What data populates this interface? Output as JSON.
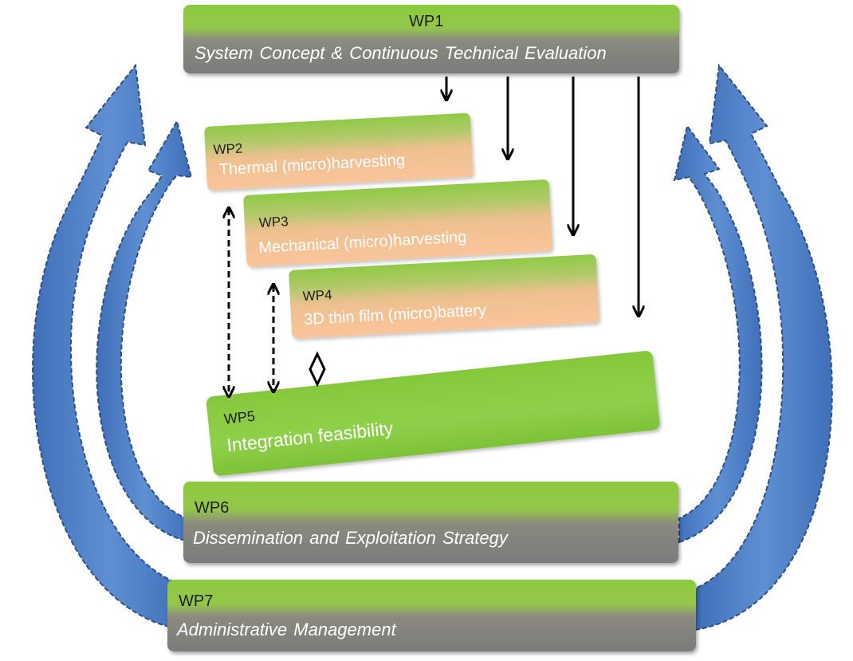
{
  "colors": {
    "green": "#8ccb3e",
    "gray": "#7b7b7b",
    "peach": "#f9c59b",
    "blue_arrow": "#4f7fc4",
    "arrow_black": "#000000"
  },
  "packages": {
    "wp1": {
      "number": "WP1",
      "title": "System Concept & Continuous  Technical  Evaluation"
    },
    "wp2": {
      "number": "WP2",
      "title": "Thermal (micro)harvesting"
    },
    "wp3": {
      "number": "WP3",
      "title": "Mechanical (micro)harvesting"
    },
    "wp4": {
      "number": "WP4",
      "title": "3D thin film (micro)battery"
    },
    "wp5": {
      "number": "WP5",
      "title": "Integration feasibility"
    },
    "wp6": {
      "number": "WP6",
      "title": "Dissemination  and  Exploitation  Strategy"
    },
    "wp7": {
      "number": "WP7",
      "title": "Administrative  Management"
    }
  },
  "connections": [
    {
      "from": "WP1",
      "to": "WP2",
      "style": "solid"
    },
    {
      "from": "WP1",
      "to": "WP3",
      "style": "solid"
    },
    {
      "from": "WP1",
      "to": "WP4",
      "style": "solid"
    },
    {
      "from": "WP1",
      "to": "WP5",
      "style": "solid"
    },
    {
      "from": "WP2",
      "to": "WP5",
      "style": "dashed-bidirectional"
    },
    {
      "from": "WP3",
      "to": "WP5",
      "style": "dashed-bidirectional"
    },
    {
      "from": "WP4",
      "to": "WP5",
      "style": "bidirectional"
    },
    {
      "from": "WP6",
      "to": "WP1",
      "style": "curved-feedback"
    },
    {
      "from": "WP7",
      "to": "WP1",
      "style": "curved-feedback"
    }
  ]
}
